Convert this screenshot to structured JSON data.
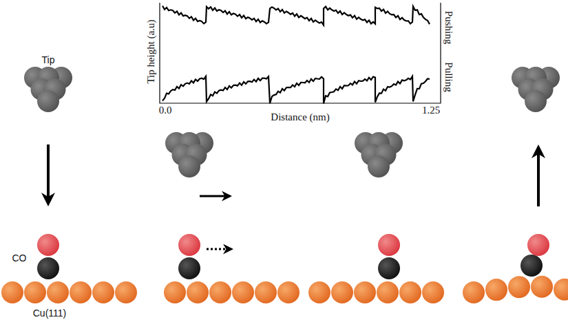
{
  "diagram": {
    "labels": [
      "Tip height (a.u)",
      "Pushing",
      "Pulling",
      "0.0",
      "Distance (nm)",
      "1.25",
      "Tip",
      "CO",
      "Cu(111)"
    ]
  }
}
